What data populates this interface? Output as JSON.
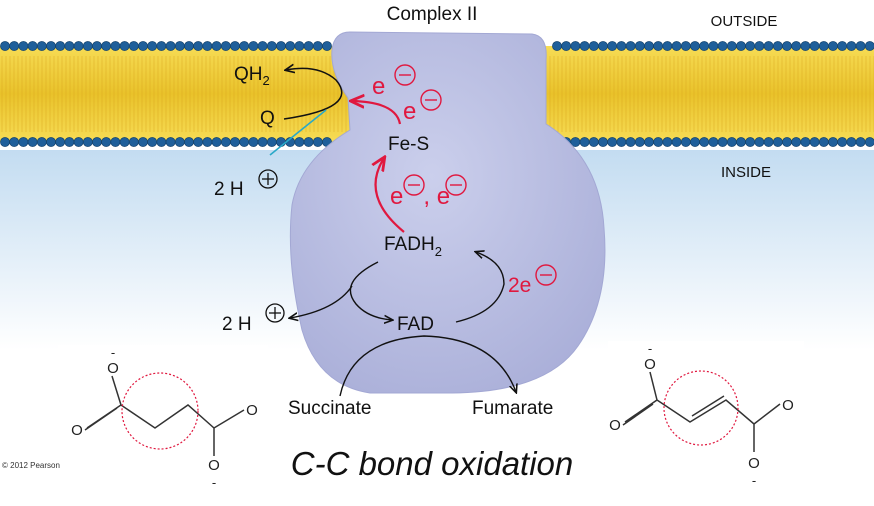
{
  "labels": {
    "complex": "Complex II",
    "outside": "OUTSIDE",
    "inside": "INSIDE",
    "qh2_main": "QH",
    "qh2_sub": "2",
    "q": "Q",
    "h_top_count": "2 H",
    "h_bottom_count": "2 H",
    "e_top1": "e",
    "e_top2": "e",
    "fes": "Fe-S",
    "e_mid1": "e",
    "e_mid_comma": ", ",
    "e_mid2": "e",
    "fadh2_main": "FADH",
    "fadh2_sub": "2",
    "fad": "FAD",
    "two_e": "2e",
    "succinate": "Succinate",
    "fumarate": "Fumarate",
    "caption": "C-C bond oxidation",
    "copyright": "© 2012 Pearson"
  },
  "colors": {
    "membrane_core": "#f2cf3a",
    "membrane_head": "#1f5f9a",
    "protein": "#b9bde0",
    "electron_red": "#e0183f",
    "cytoplasm": "#d3e6f6"
  },
  "structures": {
    "left_atoms": [
      "-",
      "O",
      "O",
      "O",
      "O",
      "-"
    ],
    "right_atoms": [
      "-",
      "O",
      "O",
      "O",
      "O",
      "-"
    ]
  }
}
